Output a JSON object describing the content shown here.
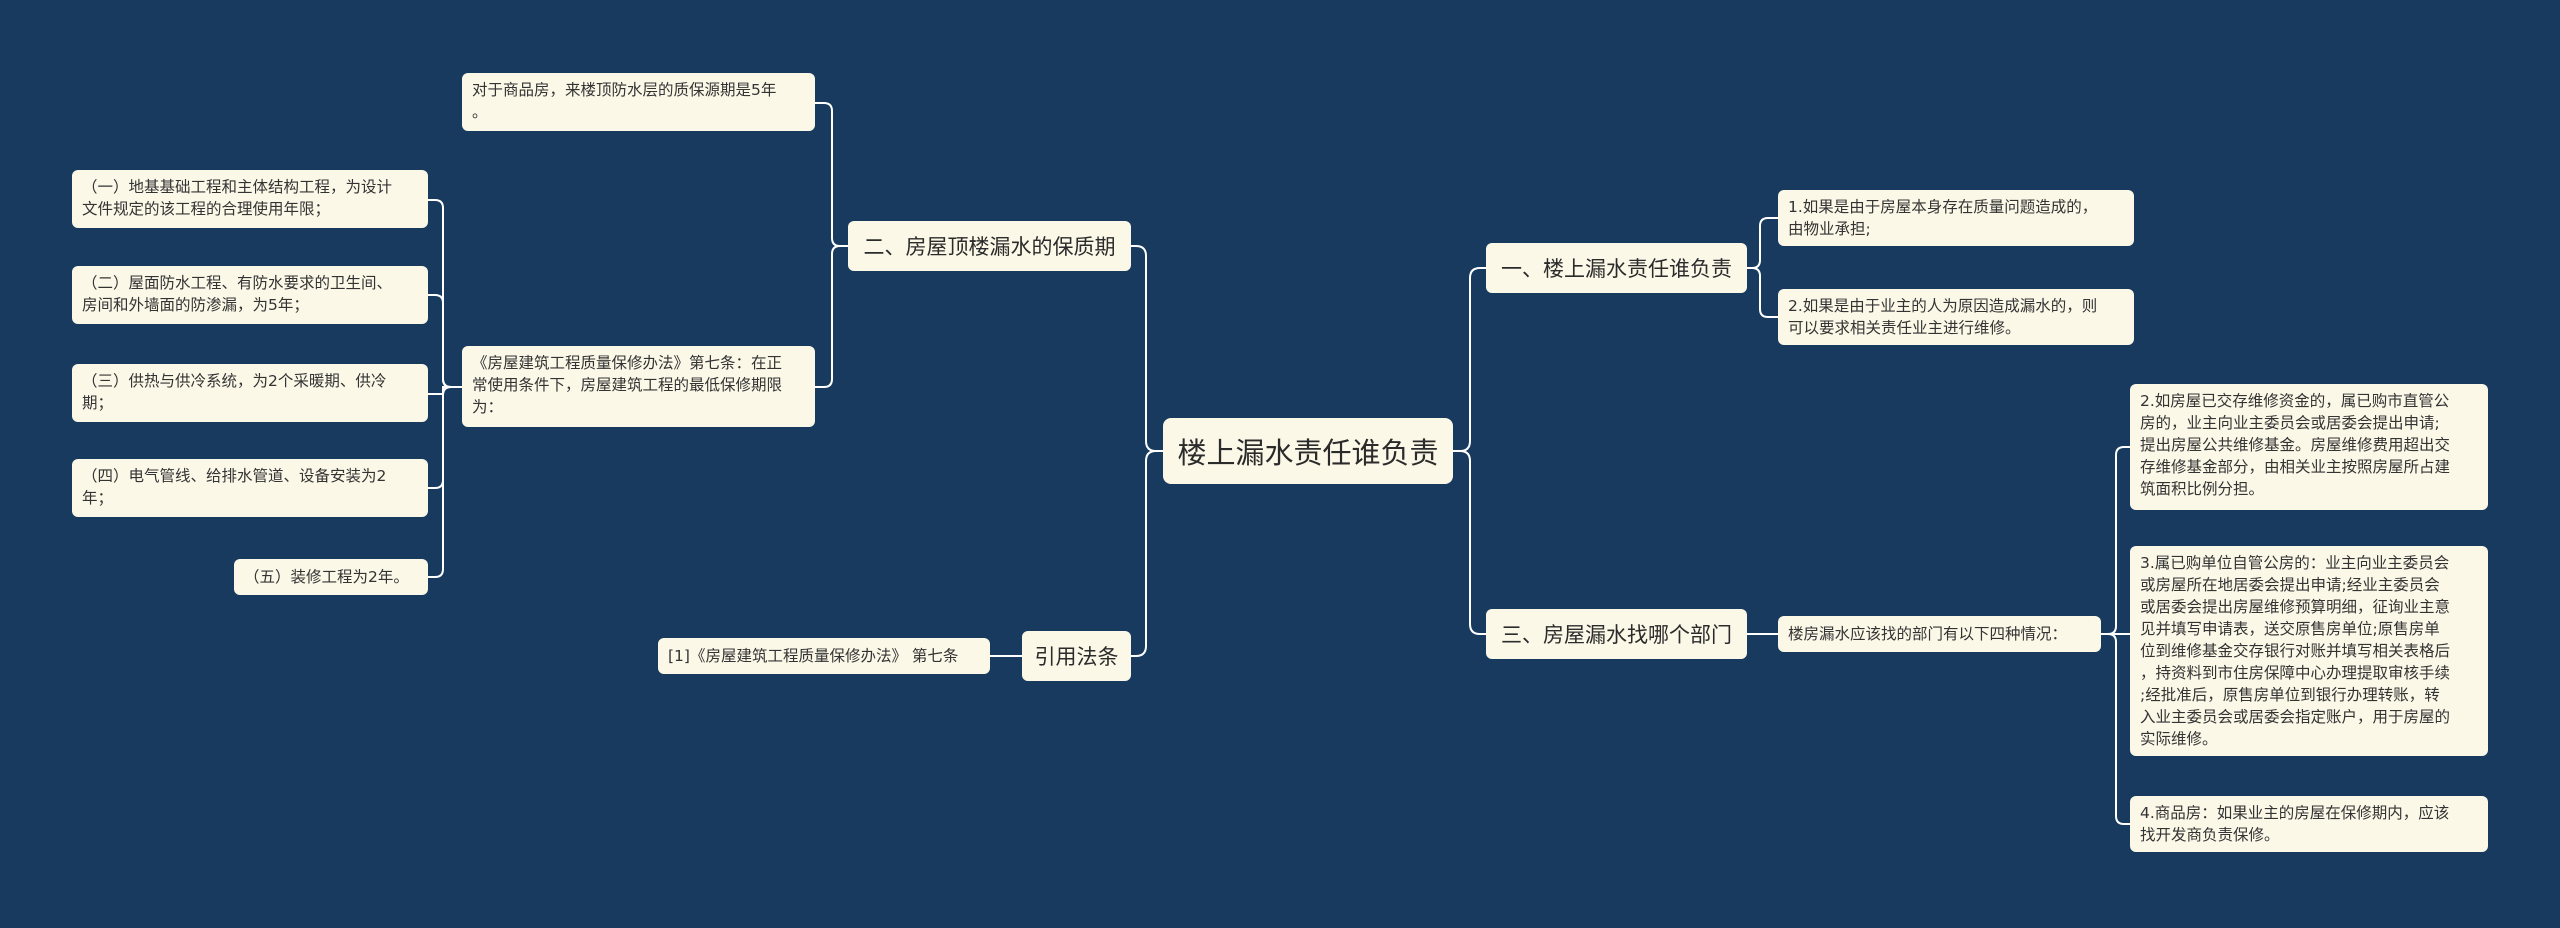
{
  "root": "楼上漏水责任谁负责",
  "branches": {
    "b1": {
      "label": "一、楼上漏水责任谁负责",
      "items": [
        "1.如果是由于房屋本身存在质量问题造成的，\n由物业承担;",
        "2.如果是由于业主的人为原因造成漏水的，则\n可以要求相关责任业主进行维修。"
      ]
    },
    "b2": {
      "label": "二、房屋顶楼漏水的保质期",
      "items": [
        "对于商品房，来楼顶防水层的质保源期是5年\n。",
        "《房屋建筑工程质量保修办法》第七条：在正\n常使用条件下，房屋建筑工程的最低保修期限\n为："
      ],
      "sub_items": [
        "（一）地基基础工程和主体结构工程，为设计\n文件规定的该工程的合理使用年限；",
        "（二）屋面防水工程、有防水要求的卫生间、\n房间和外墙面的防渗漏，为5年；",
        "（三）供热与供冷系统，为2个采暖期、供冷\n期；",
        "（四）电气管线、给排水管道、设备安装为2\n年；",
        "（五）装修工程为2年。"
      ]
    },
    "b3": {
      "label": "三、房屋漏水找哪个部门",
      "intro": "楼房漏水应该找的部门有以下四种情况：",
      "items": [
        "2.如房屋已交存维修资金的，属已购市直管公\n房的，业主向业主委员会或居委会提出申请;\n提出房屋公共维修基金。房屋维修费用超出交\n存维修基金部分，由相关业主按照房屋所占建\n筑面积比例分担。",
        "3.属已购单位自管公房的：业主向业主委员会\n或房屋所在地居委会提出申请;经业主委员会\n或居委会提出房屋维修预算明细，征询业主意\n见并填写申请表，送交原售房单位;原售房单\n位到维修基金交存银行对账并填写相关表格后\n，持资料到市住房保障中心办理提取审核手续\n;经批准后，原售房单位到银行办理转账，转\n入业主委员会或居委会指定账户，用于房屋的\n实际维修。",
        "4.商品房：如果业主的房屋在保修期内，应该\n找开发商负责保修。"
      ]
    },
    "b4": {
      "label": "引用法条",
      "items": [
        "[1]《房屋建筑工程质量保修办法》 第七条"
      ]
    }
  },
  "colors": {
    "background": "#173a5e",
    "node_fill": "#fcf8e8",
    "line": "#ffffff"
  }
}
